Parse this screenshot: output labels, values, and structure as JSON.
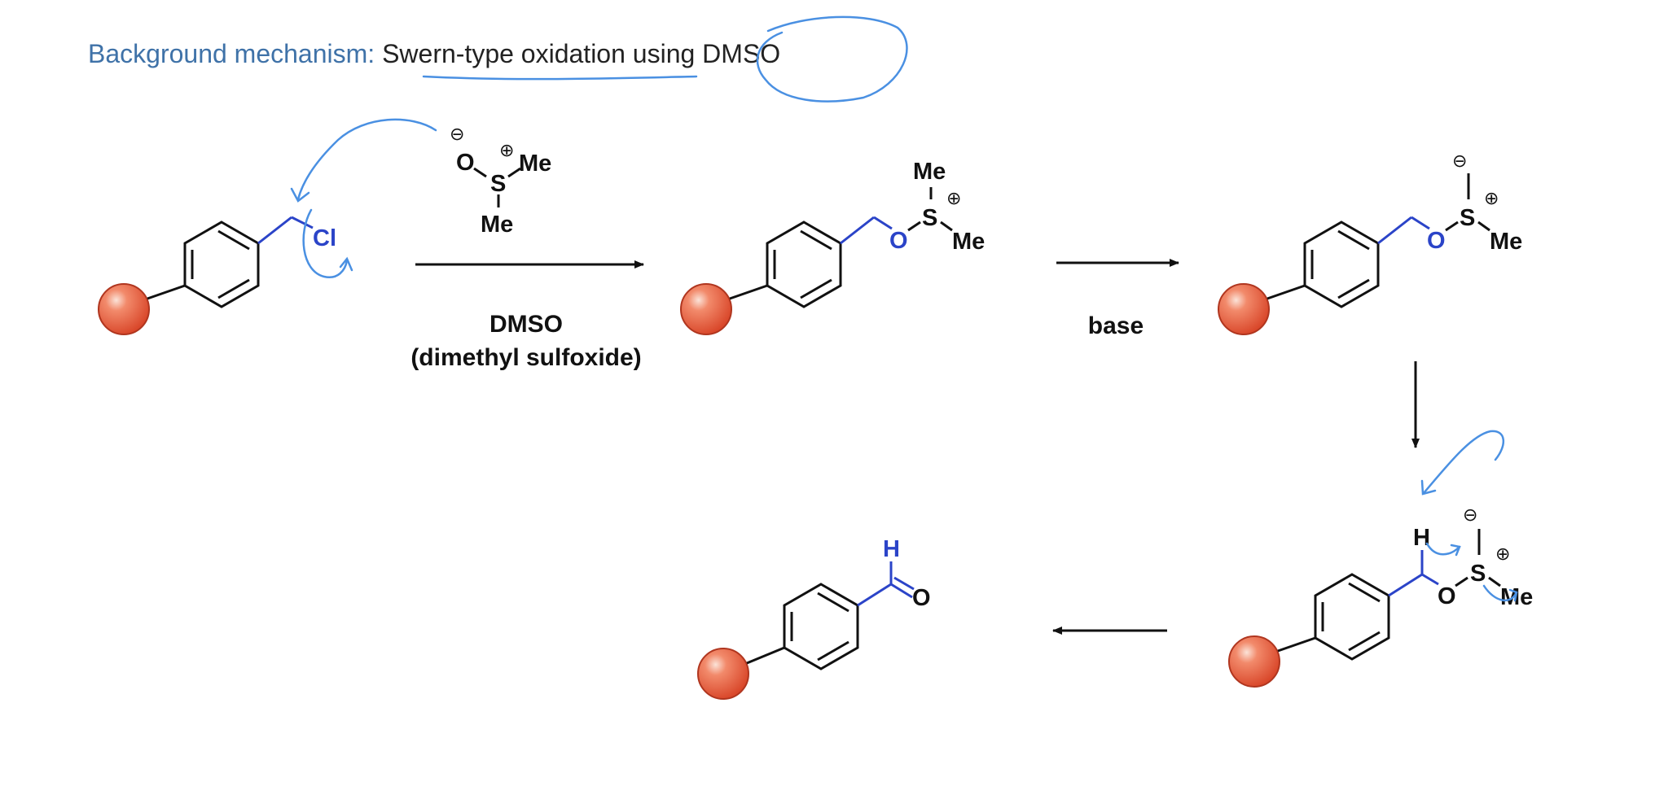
{
  "header": {
    "lead": "Background mechanism:",
    "topic": "Swern-type oxidation using DMSO"
  },
  "atoms": {
    "cl": "Cl",
    "o": "O",
    "s": "S",
    "me": "Me",
    "h": "H"
  },
  "charges": {
    "minus": "⊖",
    "plus": "⊕"
  },
  "conditions": {
    "step1_reagent": "DMSO",
    "step1_reagent_name": "(dimethyl sulfoxide)",
    "step2_reagent": "base"
  },
  "colors": {
    "bond": "#111111",
    "highlight_bond": "#2b44c8",
    "annotation_ink": "#4a90e2",
    "header_text": "#3f72a8",
    "bead_fill": "#e8553a",
    "bead_stroke": "#b0361f"
  }
}
